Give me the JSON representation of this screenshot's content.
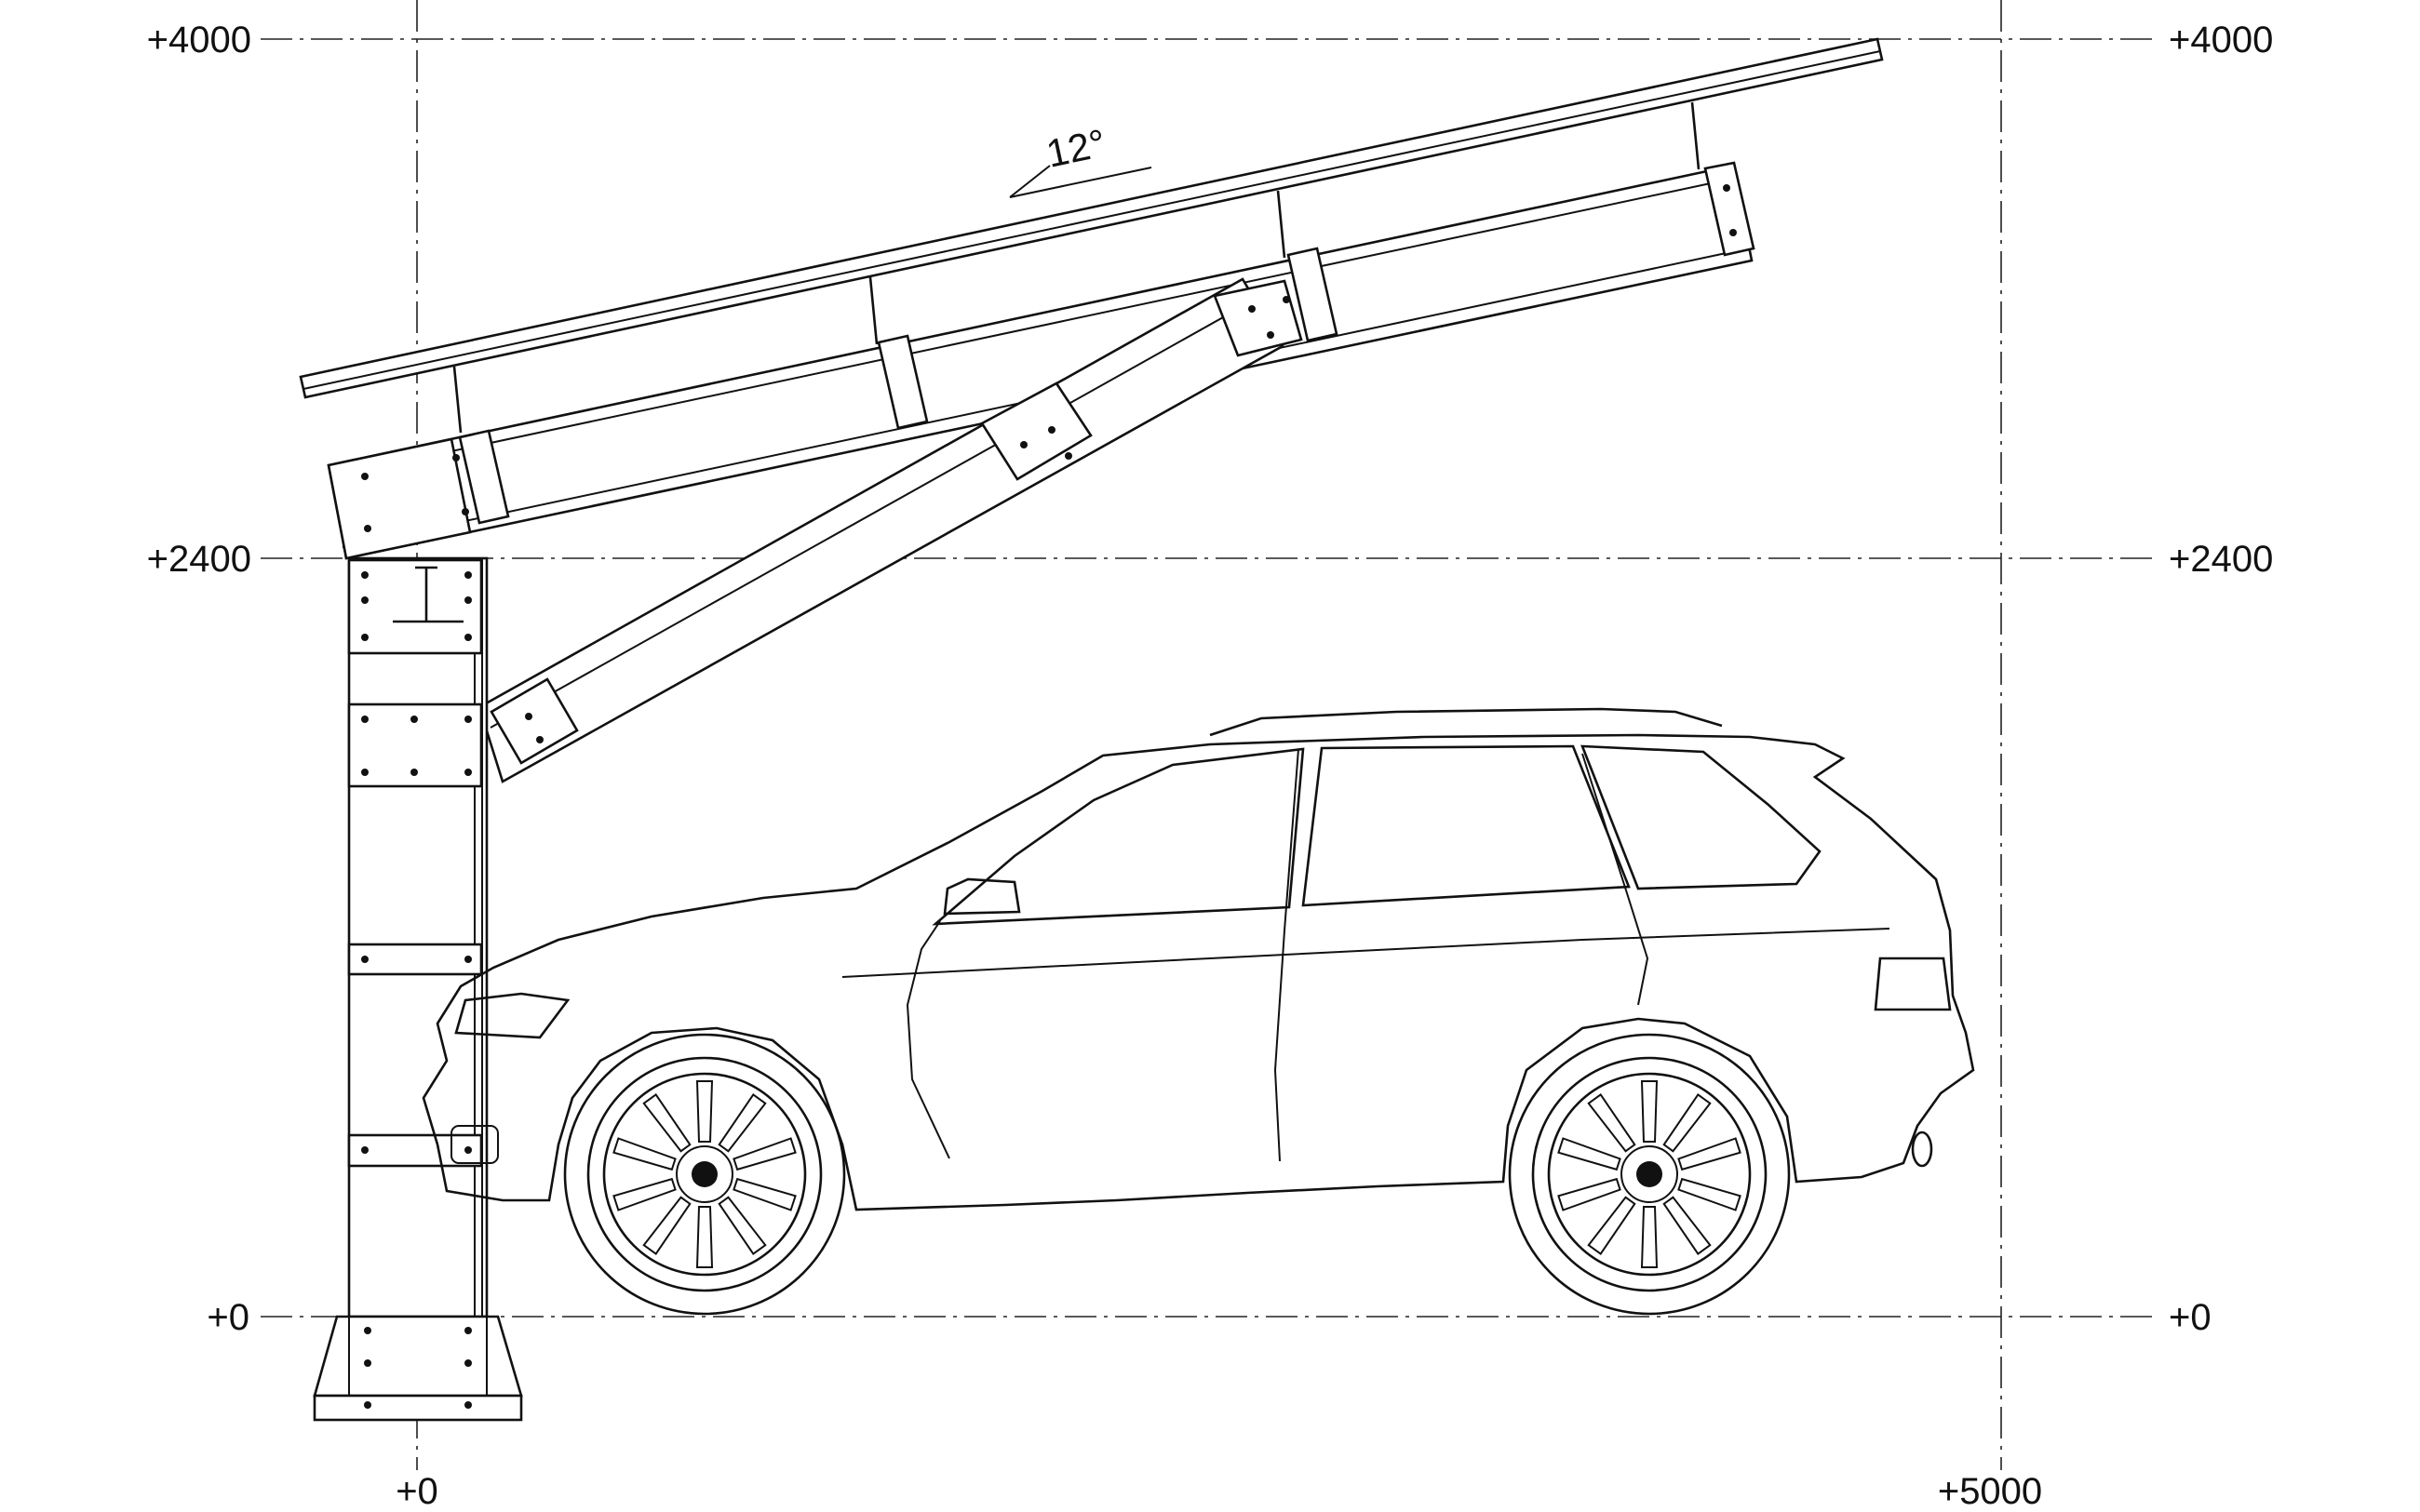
{
  "elevation_labels": {
    "level_4000": "+4000",
    "level_2400": "+2400",
    "level_0": "+0"
  },
  "horizontal_labels": {
    "start": "+0",
    "end": "+5000"
  },
  "roof_angle_label": "12°"
}
